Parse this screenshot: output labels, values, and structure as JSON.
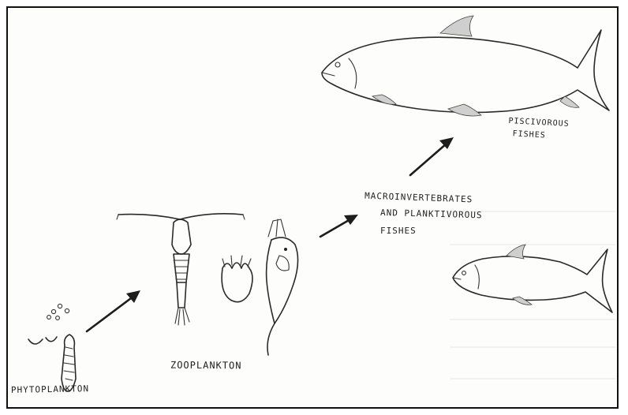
{
  "labels": {
    "phytoplankton": "PHYTOPLANKTON",
    "zooplankton": "ZOOPLANKTON",
    "macro_line1": "MACROINVERTEBRATES",
    "macro_line2": "AND PLANKTIVOROUS",
    "macro_line3": "FISHES",
    "pisci_line1": "PISCIVOROUS",
    "pisci_line2": "FISHES"
  },
  "colors": {
    "ink": "#2a2a2a",
    "shading": "#cfcfcf",
    "paper": "#fdfdfb"
  },
  "icons": {
    "phytoplankton": "phytoplankton-sketch",
    "zooplankton": "zooplankton-sketch",
    "small_fish": "fish-sketch",
    "large_fish": "fish-sketch"
  }
}
